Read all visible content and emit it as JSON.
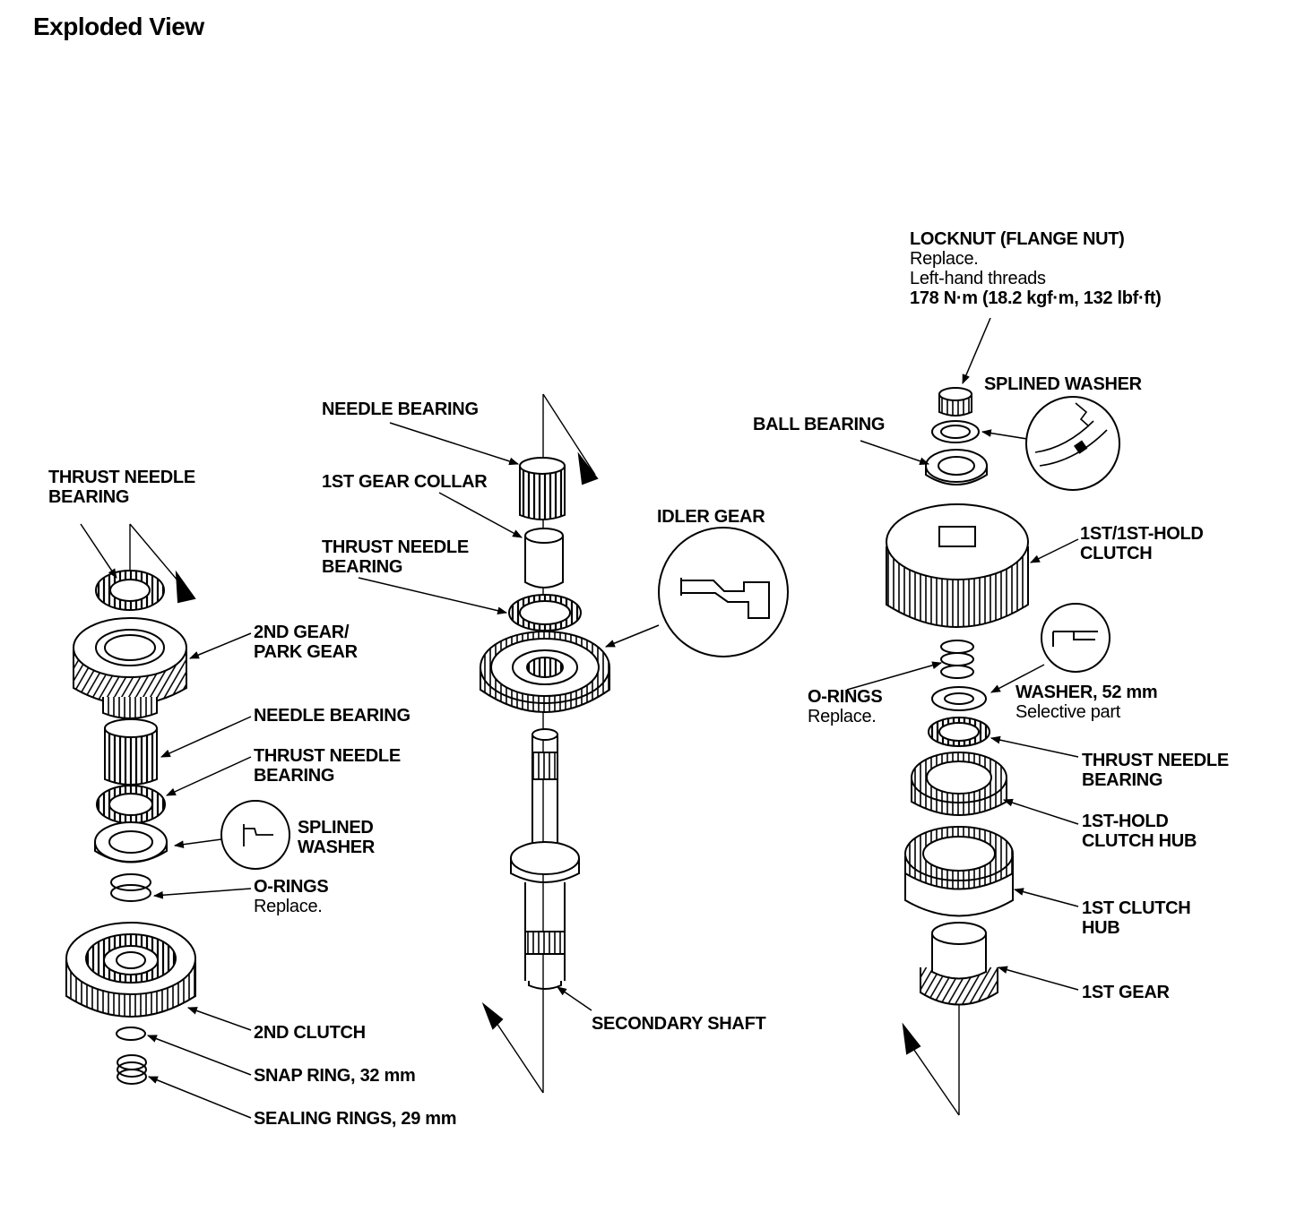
{
  "title": "Exploded View",
  "labels": {
    "locknut": {
      "name": "LOCKNUT (FLANGE NUT)",
      "note1": "Replace.",
      "note2": "Left-hand threads",
      "torque": "178 N·m (18.2 kgf·m, 132 lbf·ft)"
    },
    "splined_washer_right": "SPLINED WASHER",
    "ball_bearing": "BALL BEARING",
    "clutch_1st_hold": {
      "line1": "1ST/1ST-HOLD",
      "line2": "CLUTCH"
    },
    "o_rings_right": {
      "name": "O-RINGS",
      "note": "Replace."
    },
    "washer_52": {
      "name": "WASHER, 52 mm",
      "note": "Selective part"
    },
    "thrust_needle_right": {
      "line1": "THRUST NEEDLE",
      "line2": "BEARING"
    },
    "hold_clutch_hub": {
      "line1": "1ST-HOLD",
      "line2": "CLUTCH HUB"
    },
    "clutch_hub_1st": {
      "line1": "1ST CLUTCH",
      "line2": "HUB"
    },
    "gear_1st": "1ST GEAR",
    "needle_bearing_center": "NEEDLE BEARING",
    "gear_collar_1st": "1ST GEAR COLLAR",
    "thrust_needle_center": {
      "line1": "THRUST NEEDLE",
      "line2": "BEARING"
    },
    "idler_gear": "IDLER GEAR",
    "secondary_shaft": "SECONDARY SHAFT",
    "thrust_needle_left_top": {
      "line1": "THRUST NEEDLE",
      "line2": "BEARING"
    },
    "gear_2nd_park": {
      "line1": "2ND GEAR/",
      "line2": "PARK GEAR"
    },
    "needle_bearing_left": "NEEDLE BEARING",
    "thrust_needle_left": {
      "line1": "THRUST NEEDLE",
      "line2": "BEARING"
    },
    "splined_washer_left": {
      "line1": "SPLINED",
      "line2": "WASHER"
    },
    "o_rings_left": {
      "name": "O-RINGS",
      "note": "Replace."
    },
    "clutch_2nd": "2ND CLUTCH",
    "snap_ring": "SNAP RING, 32 mm",
    "sealing_rings": "SEALING RINGS, 29 mm"
  }
}
